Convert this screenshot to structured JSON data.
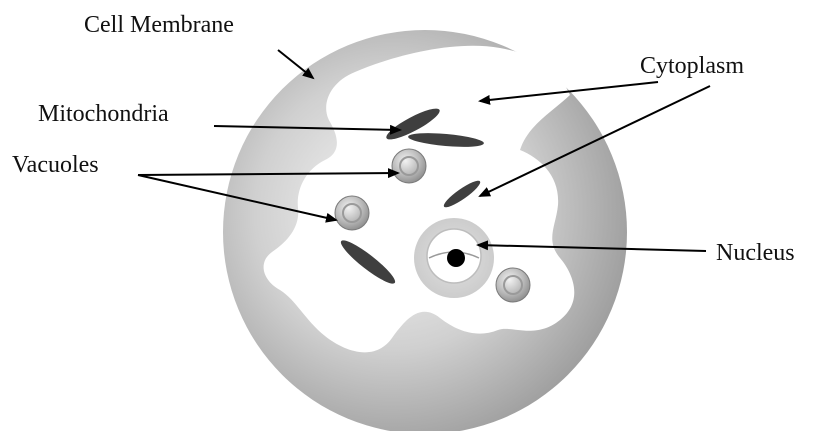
{
  "labels": {
    "cell_membrane": "Cell Membrane",
    "cytoplasm": "Cytoplasm",
    "mitochondria": "Mitochondria",
    "vacuoles": "Vacuoles",
    "nucleus": "Nucleus"
  },
  "colors": {
    "background": "#ffffff",
    "cell_gradient_inner": "#f6f6f6",
    "cell_gradient_outer": "#9e9e9e",
    "cytoplasm": "#ffffff",
    "mitochondria": "#3f3f3f",
    "vacuole": "#bdbdbd",
    "nucleus_halo": "#d4d4d4",
    "nucleolus": "#000000",
    "arrow": "#000000"
  }
}
